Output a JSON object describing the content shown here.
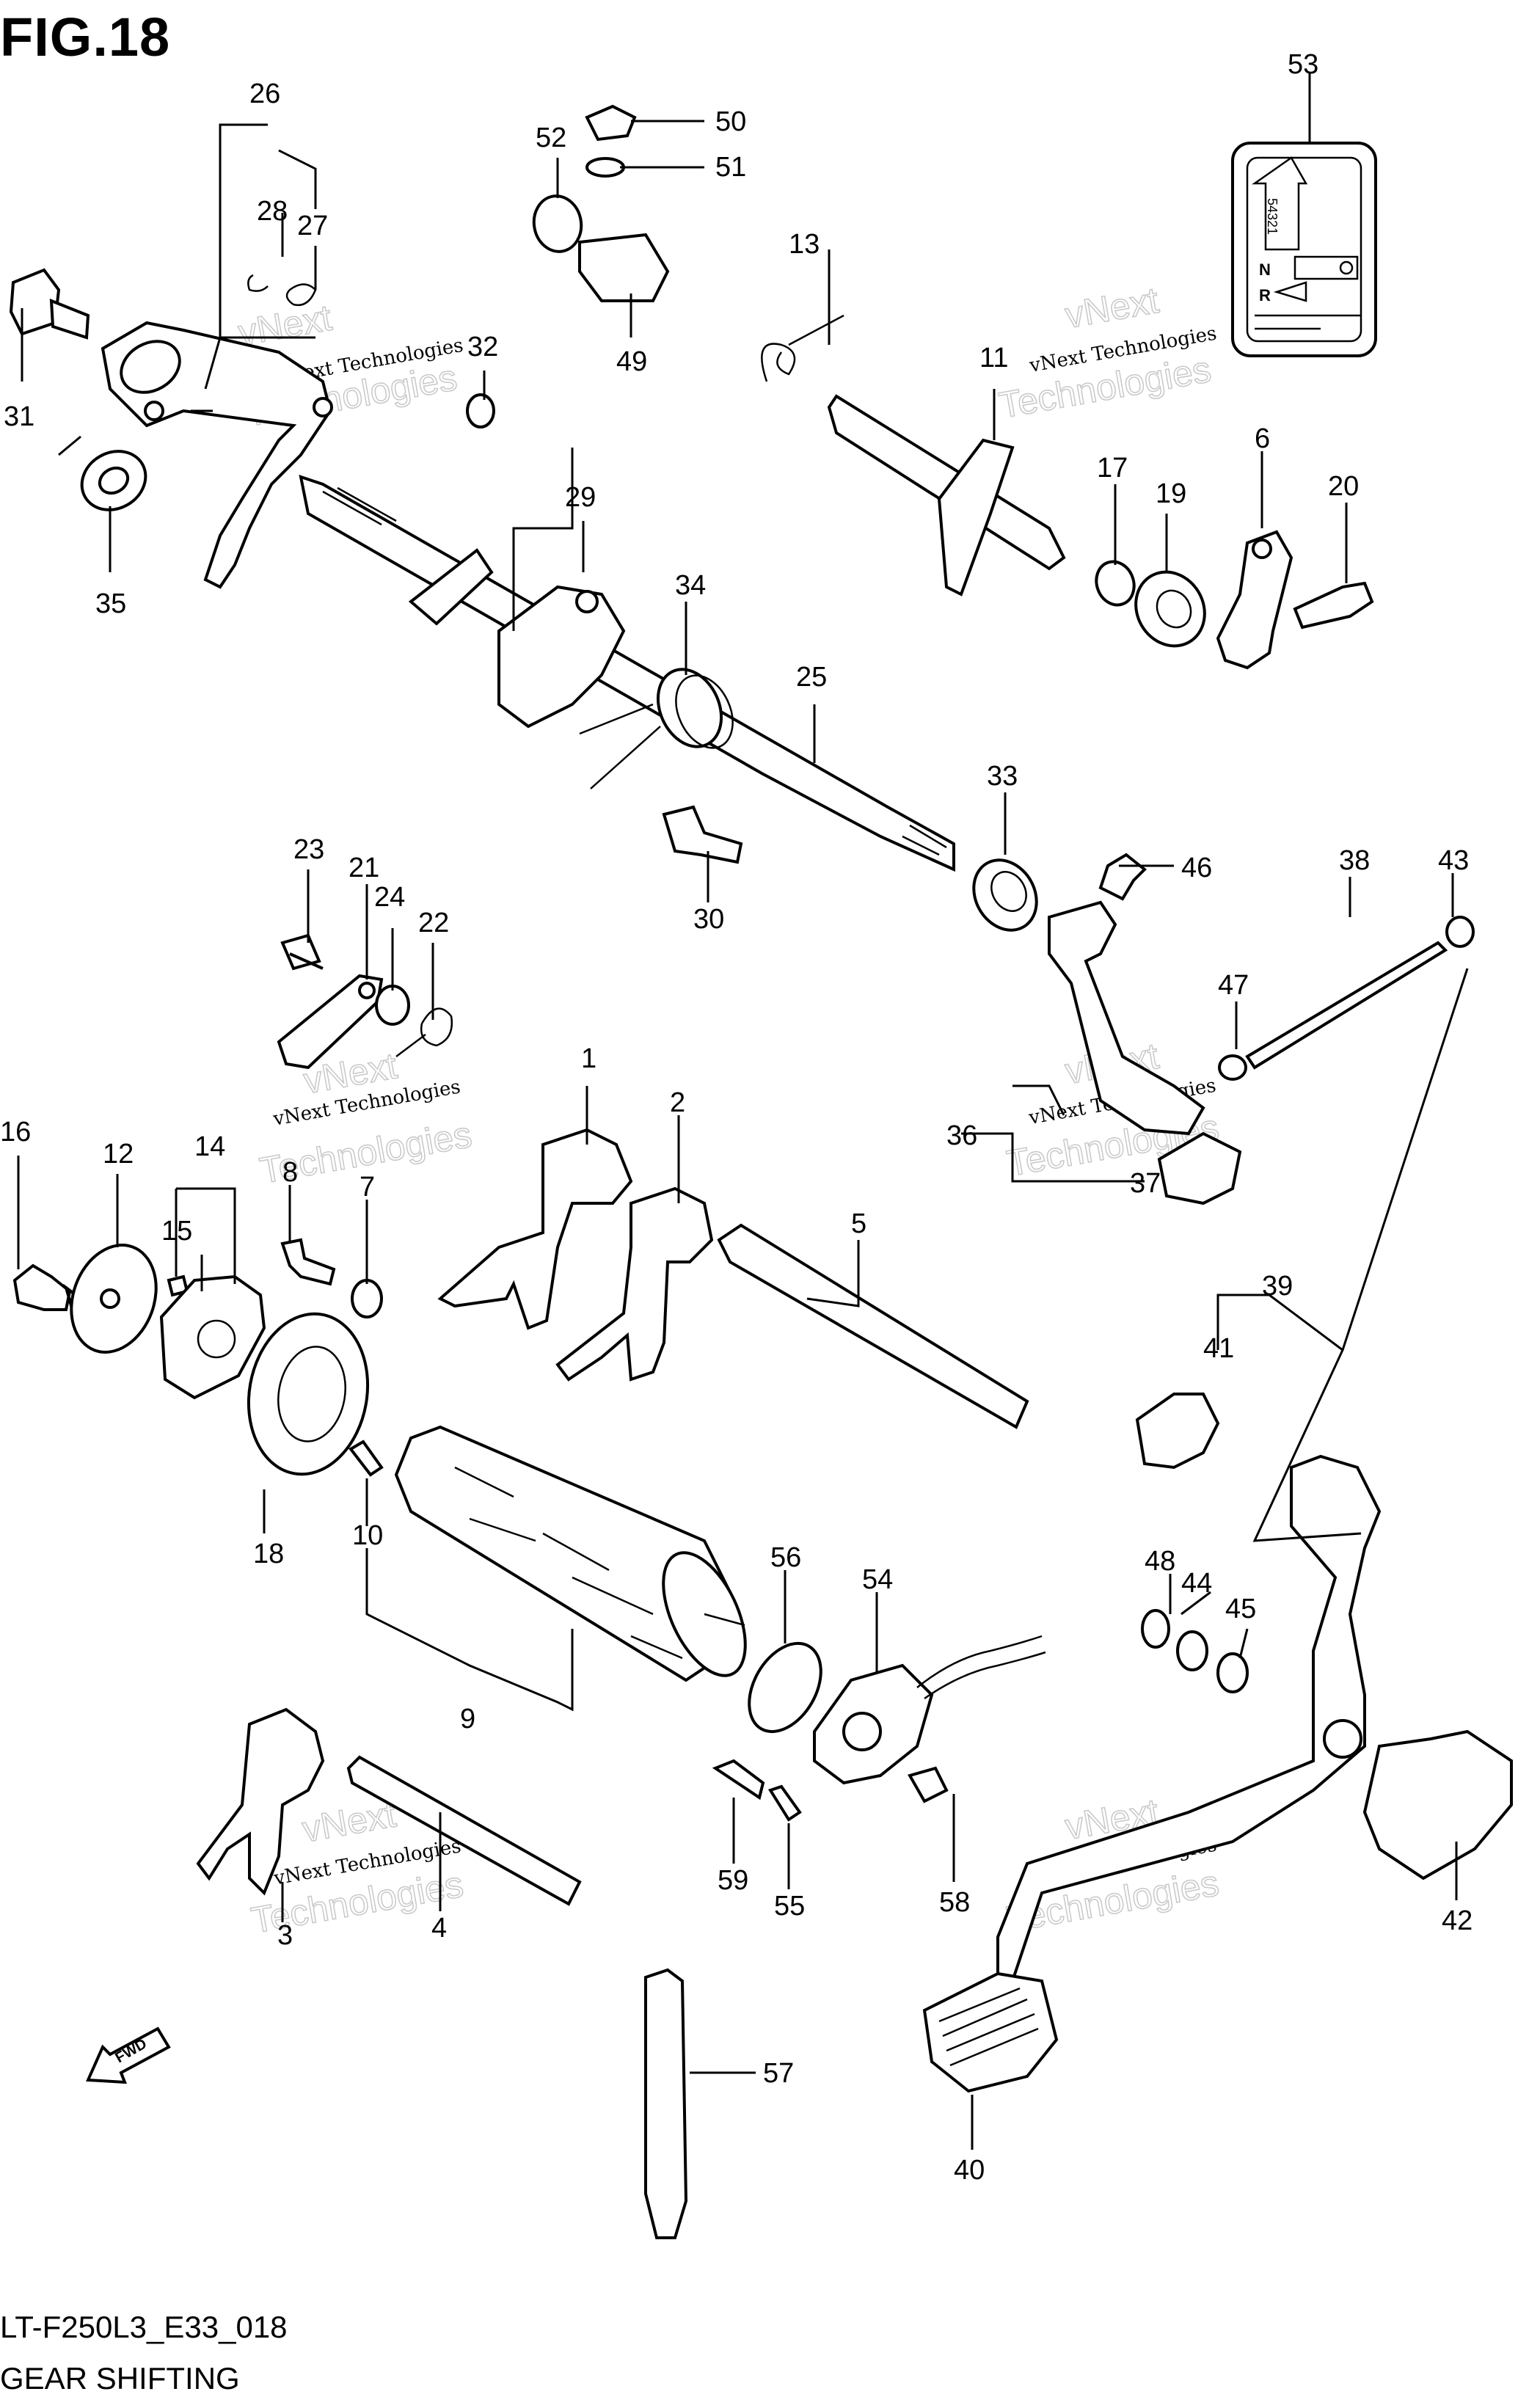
{
  "figure": {
    "title": "FIG.18",
    "code": "LT-F250L3_E33_018",
    "caption": "GEAR SHIFTING"
  },
  "watermark": {
    "line1": "vNext Technologies",
    "line2": "vNext",
    "line3": "Technologies"
  },
  "fwd_label": "FWD",
  "decal": {
    "gears": "54321",
    "neutral": "N",
    "reverse": "R"
  },
  "callouts": [
    "1",
    "2",
    "3",
    "4",
    "5",
    "6",
    "8",
    "7",
    "9",
    "10",
    "11",
    "12",
    "13",
    "14",
    "15",
    "16",
    "17",
    "18",
    "19",
    "20",
    "21",
    "22",
    "23",
    "24",
    "25",
    "26",
    "27",
    "28",
    "29",
    "30",
    "31",
    "32",
    "33",
    "34",
    "35",
    "36",
    "37",
    "38",
    "39",
    "40",
    "41",
    "42",
    "43",
    "44",
    "45",
    "46",
    "47",
    "48",
    "49",
    "50",
    "51",
    "52",
    "53",
    "54",
    "55",
    "56",
    "57",
    "58",
    "59"
  ]
}
